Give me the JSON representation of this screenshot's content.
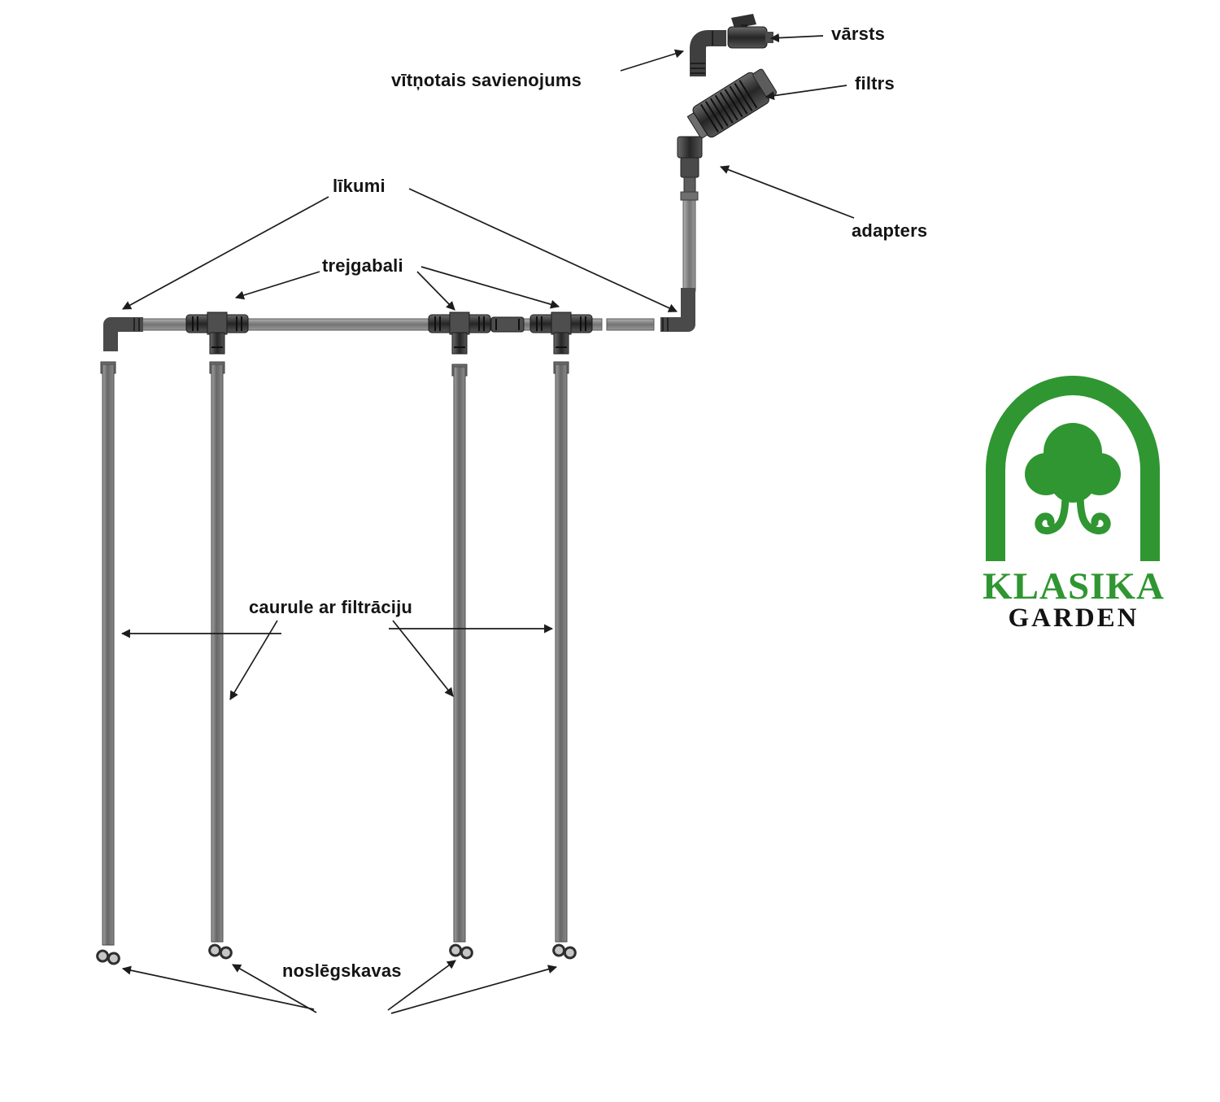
{
  "page": {
    "title": "Drip irrigation system assembly diagram"
  },
  "labels": {
    "valve": "vārsts",
    "threaded_connection": "vītņotais savienojums",
    "filter": "filtrs",
    "adapter": "adapters",
    "elbows": "līkumi",
    "tees": "trejgabali",
    "drip_pipe": "caurule ar filtrāciju",
    "end_clamps": "noslēgskavas"
  },
  "logo": {
    "brand": "KLASIKA",
    "sub_brand": "GARDEN",
    "brand_color": "#2f9632",
    "sub_brand_color": "#131313"
  },
  "colors": {
    "pipe": "#8f8f8f",
    "drip_pipe": "#7d7d7d",
    "fitting": "#3d3d3d",
    "annotation_line": "#1c1c1c",
    "background": "#ffffff"
  }
}
